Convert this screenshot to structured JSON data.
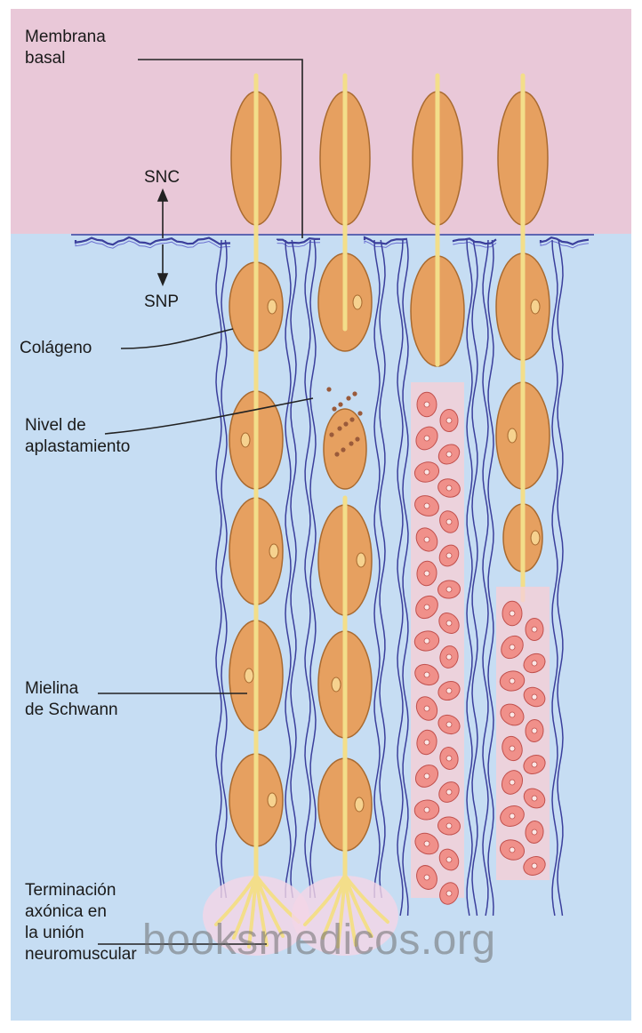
{
  "colors": {
    "cns_region": "#e9c8d8",
    "pns_region": "#c6ddf3",
    "myelin_fill": "#e6a060",
    "myelin_edge": "#a86a30",
    "axon": "#f3de8a",
    "basal_membrane": "#3b3f9c",
    "debris_cell": "#f0908a",
    "debris_fill": "#f5cfd6"
  },
  "labels": {
    "membrana_basal": [
      "Membrana",
      "basal"
    ],
    "snc": "SNC",
    "snp": "SNP",
    "colageno": "Colágeno",
    "nivel_aplastamiento": [
      "Nivel de",
      "aplastamiento"
    ],
    "mielina_schwann": [
      "Mielina",
      "de Schwann"
    ],
    "terminacion": [
      "Terminación",
      "axónica en",
      "la unión",
      "neuromuscular"
    ]
  },
  "watermark": "booksmedicos.org"
}
